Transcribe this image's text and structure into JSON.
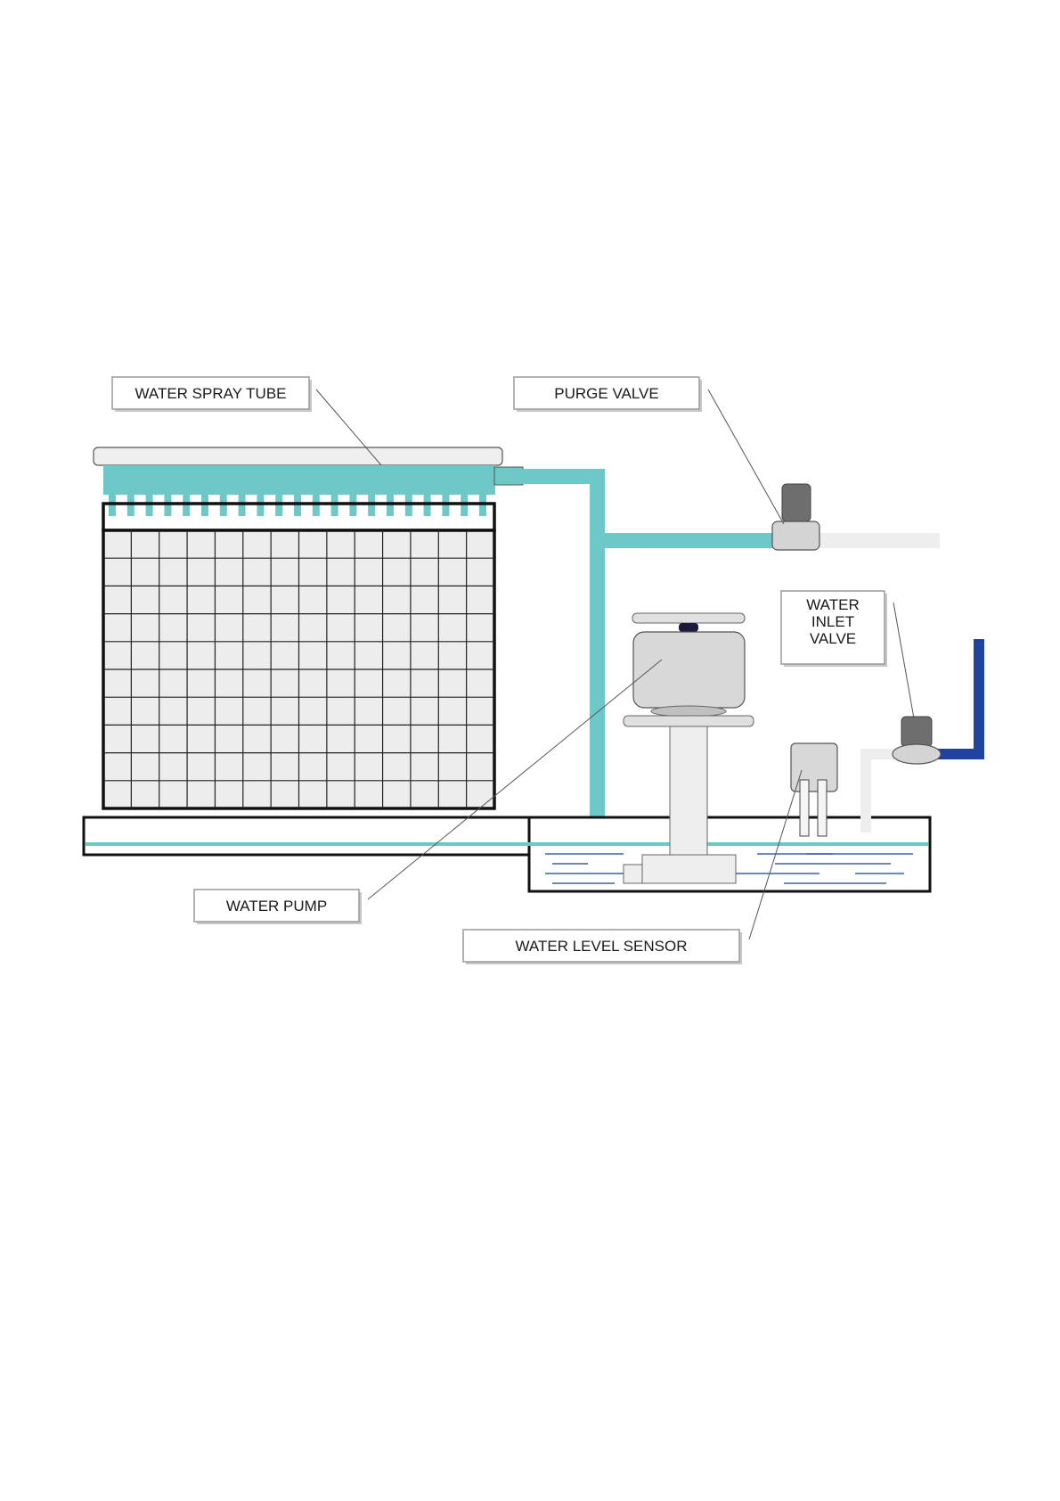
{
  "labels": {
    "water_spray_tube": "WATER SPRAY TUBE",
    "purge_valve": "PURGE VALVE",
    "water_inlet_valve": [
      "WATER",
      "INLET",
      "VALVE"
    ],
    "water_pump": "WATER PUMP",
    "water_level_sensor": "WATER LEVEL SENSOR"
  },
  "colors": {
    "water": "#6fc8c8",
    "supply_pipe": "#1f44a0",
    "valve_body": "#d4d4d4",
    "valve_actuator": "#6e6e6e",
    "pad_fill": "#ededee",
    "drain_pipe": "#eeeeee"
  }
}
